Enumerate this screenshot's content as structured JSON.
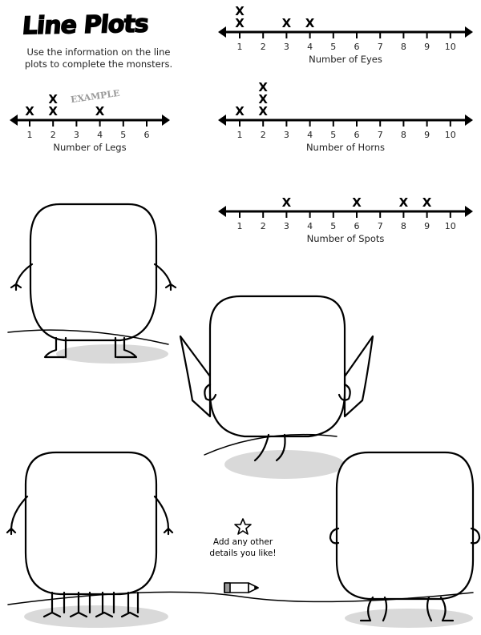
{
  "title": "Line Plots",
  "instructions": "Use the information on the line plots to complete the monsters.",
  "example_label": "EXAMPLE",
  "note": "Add any other details you like!",
  "icons": [
    "star-icon",
    "pencil-icon"
  ],
  "chart_data": [
    {
      "type": "line-plot",
      "name": "legs",
      "xlabel": "Number of Legs",
      "ticks": [
        1,
        2,
        3,
        4,
        5,
        6
      ],
      "points": {
        "1": 1,
        "2": 2,
        "4": 1
      }
    },
    {
      "type": "line-plot",
      "name": "eyes",
      "xlabel": "Number of Eyes",
      "ticks": [
        1,
        2,
        3,
        4,
        5,
        6,
        7,
        8,
        9,
        10
      ],
      "points": {
        "1": 2,
        "3": 1,
        "4": 1
      }
    },
    {
      "type": "line-plot",
      "name": "horns",
      "xlabel": "Number of Horns",
      "ticks": [
        1,
        2,
        3,
        4,
        5,
        6,
        7,
        8,
        9,
        10
      ],
      "points": {
        "1": 1,
        "2": 3
      }
    },
    {
      "type": "line-plot",
      "name": "spots",
      "xlabel": "Number of Spots",
      "ticks": [
        1,
        2,
        3,
        4,
        5,
        6,
        7,
        8,
        9,
        10
      ],
      "points": {
        "3": 1,
        "6": 1,
        "8": 1,
        "9": 1
      }
    }
  ]
}
